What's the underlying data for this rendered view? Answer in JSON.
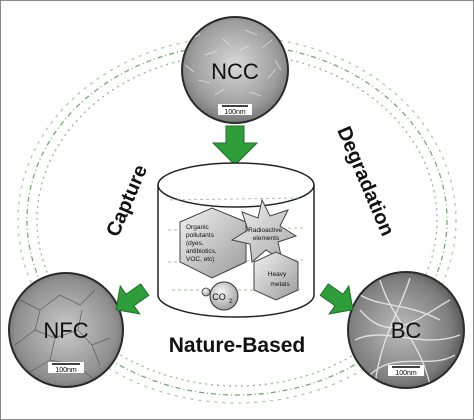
{
  "nodes": {
    "ncc": {
      "label": "NCC",
      "scale": "100nm"
    },
    "nfc": {
      "label": "NFC",
      "scale": "100nm"
    },
    "bc": {
      "label": "BC",
      "scale": "100nm"
    }
  },
  "cycle_labels": {
    "capture": "Capture",
    "degradation": "Degradation",
    "nature_based": "Nature-Based"
  },
  "pollutants": {
    "organic": [
      "Organic",
      "pollutants",
      "(dyes,",
      "antibiotics,",
      "VOC, etc)"
    ],
    "radioactive": [
      "Radioactive",
      "elements"
    ],
    "heavy_metals": [
      "Heavy",
      "metals"
    ],
    "co2": "CO",
    "co2_sub": "2"
  },
  "colors": {
    "arrow": "#2e9e3a",
    "cellulose_chain": "#6fae68",
    "text": "#111111",
    "frame": "#8a8a8a"
  }
}
